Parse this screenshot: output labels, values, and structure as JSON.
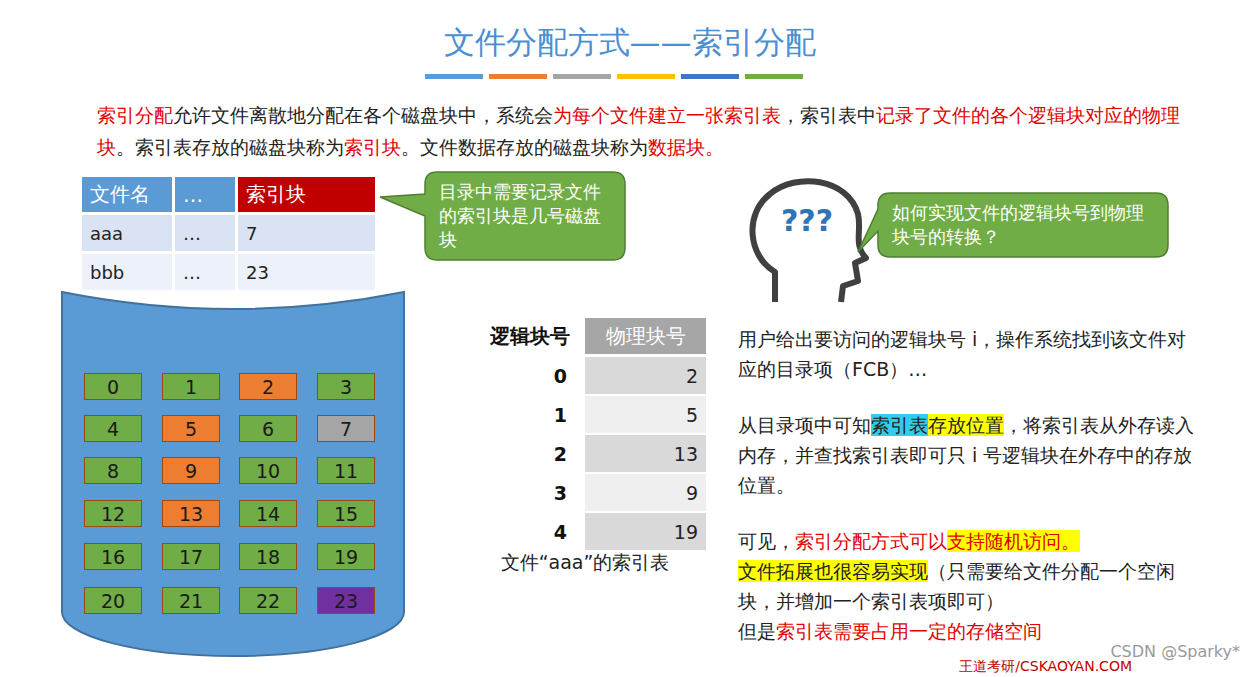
{
  "diagram": {
    "title": "文件分配方式——索引分配",
    "nodes": [
      {
        "text": [
          "目录中需要记录文件的索引块是几号磁盘块"
        ]
      },
      {
        "text": [
          "如何实现文件的逻辑块号到物理块号的转换？"
        ]
      },
      {
        "text": [
          "0"
        ]
      },
      {
        "text": [
          "1"
        ]
      },
      {
        "text": [
          "2"
        ]
      },
      {
        "text": [
          "3"
        ]
      },
      {
        "text": [
          "4"
        ]
      },
      {
        "text": [
          "5"
        ]
      },
      {
        "text": [
          "6"
        ]
      },
      {
        "text": [
          "7"
        ]
      },
      {
        "text": [
          "8"
        ]
      },
      {
        "text": [
          "9"
        ]
      },
      {
        "text": [
          "10"
        ]
      },
      {
        "text": [
          "11"
        ]
      },
      {
        "text": [
          "12"
        ]
      },
      {
        "text": [
          "13"
        ]
      },
      {
        "text": [
          "14"
        ]
      },
      {
        "text": [
          "15"
        ]
      },
      {
        "text": [
          "16"
        ]
      },
      {
        "text": [
          "17"
        ]
      },
      {
        "text": [
          "18"
        ]
      },
      {
        "text": [
          "19"
        ]
      },
      {
        "text": [
          "20"
        ]
      },
      {
        "text": [
          "21"
        ]
      },
      {
        "text": [
          "22"
        ]
      },
      {
        "text": [
          "23"
        ]
      }
    ],
    "labels": [
      "索引分配",
      "允许文件离散地分配在各个磁盘块中，系统会",
      "为每个文件建立一张索引表",
      "，索引表中",
      "记录了文件的各个逻辑块对应的物理块",
      "。索引表存放的磁盘块称为",
      "索引块",
      "。文件数据存放的磁盘块称为",
      "数据块。",
      "文件名",
      "…",
      "索引块",
      "aaa",
      "…",
      "7",
      "bbb",
      "…",
      "23",
      "逻辑块号",
      "物理块号",
      "0",
      "2",
      "1",
      "5",
      "2",
      "13",
      "3",
      "9",
      "4",
      "19",
      "文件“aaa”的索引表",
      "???",
      "用户给出要访问的逻辑块号 i，操作系统找到该文件对应的目录项（FCB）…",
      "从目录项中可知",
      "索引表",
      "存放位置",
      "，将索引表从外存读入内存，并查找索引表即可只 i 号逻辑块在外存中的存放位置。",
      "可见，",
      "索引分配方式可以",
      "支持随机访问。",
      "文件拓展也很容易实现",
      "（只需要给文件分配一个空闲块，并增加一个索引表项即可）",
      "但是",
      "索引表需要占用一定的存储空间",
      "CSDN @Sparky*",
      "王道考研/CSKAOYAN.COM"
    ]
  }
}
